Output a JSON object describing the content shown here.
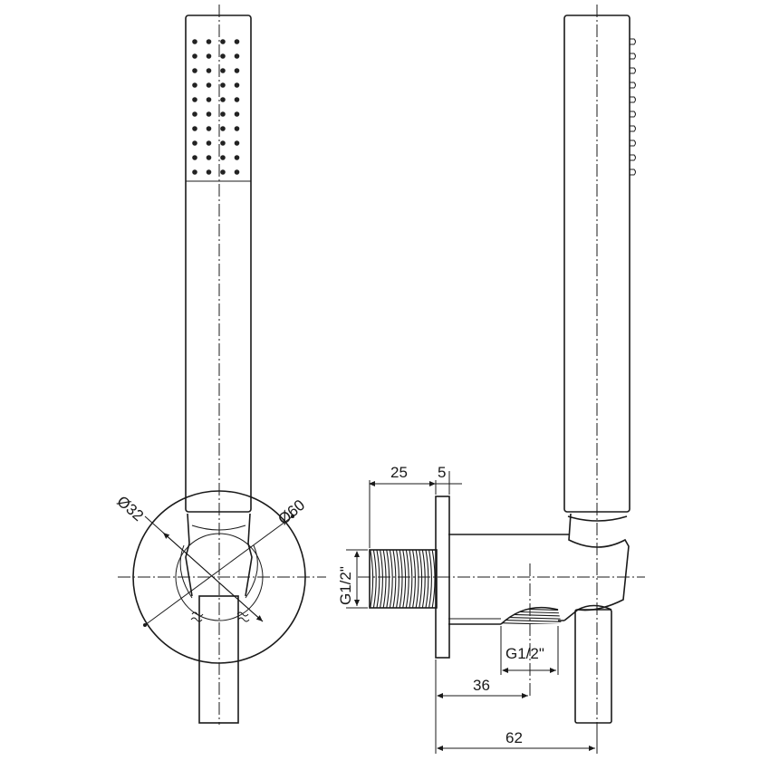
{
  "dimensions": {
    "holder_diameter": "Ø32",
    "wall_plate_diameter": "Ø60",
    "plate_offset": "25",
    "plate_thickness": "5",
    "inlet_thread": "G1/2\"",
    "outlet_thread": "G1/2\"",
    "outlet_distance": "36",
    "total_depth": "62"
  }
}
